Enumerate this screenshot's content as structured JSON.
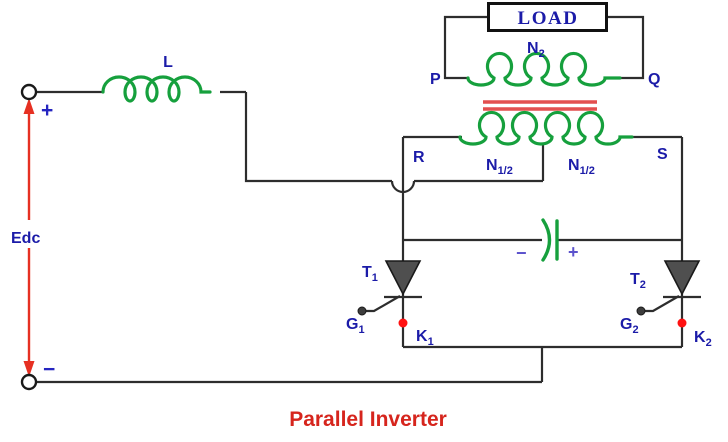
{
  "title": "Parallel Inverter",
  "colors": {
    "wire": "#2d2d2d",
    "coil": "#16a03d",
    "accent_red": "#e63022",
    "core_red": "#e34f4f",
    "dot_red": "#ff1111",
    "label_blue": "#1b1ba8",
    "sign_blue": "#2525c0",
    "cap_sign": "#5b52cc",
    "device_fill": "#4f4f4f",
    "title_red": "#d6251d"
  },
  "labels": {
    "load": "LOAD",
    "source": "Edc",
    "source_plus": "+",
    "source_minus": "−",
    "inductor": "L",
    "sec_terminal_left": "P",
    "sec_terminal_right": "Q",
    "pri_terminal_left": "R",
    "pri_terminal_right": "S",
    "sec_turns": {
      "base": "N",
      "sub": "2"
    },
    "pri_turns_left": {
      "base": "N",
      "sub": "1/2"
    },
    "pri_turns_right": {
      "base": "N",
      "sub": "1/2"
    },
    "thyristor1": {
      "base": "T",
      "sub": "1"
    },
    "thyristor2": {
      "base": "T",
      "sub": "2"
    },
    "gate1": {
      "base": "G",
      "sub": "1"
    },
    "gate2": {
      "base": "G",
      "sub": "2"
    },
    "cathode1": {
      "base": "K",
      "sub": "1"
    },
    "cathode2": {
      "base": "K",
      "sub": "2"
    },
    "cap_minus": "−",
    "cap_plus": "+"
  }
}
